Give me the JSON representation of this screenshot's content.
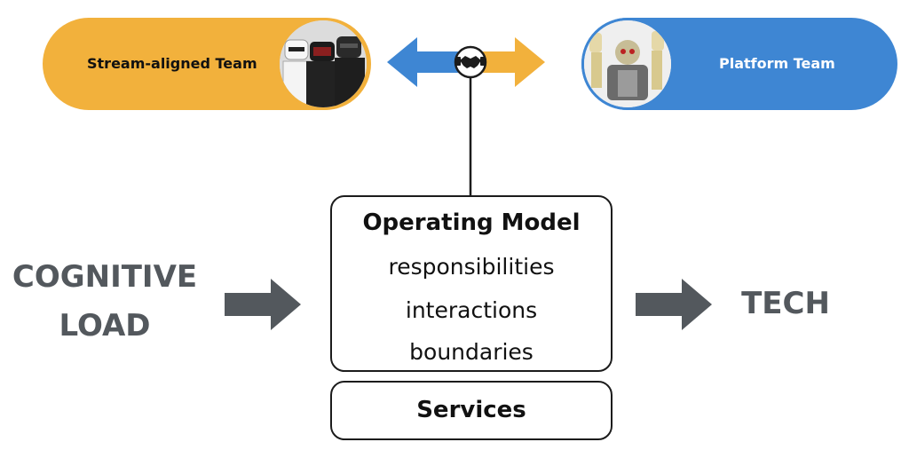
{
  "teams": {
    "stream_aligned": {
      "label": "Stream-aligned Team",
      "color": "#f2b13c"
    },
    "platform": {
      "label": "Platform Team",
      "color": "#3e86d3"
    }
  },
  "interaction": {
    "icon": "handshake-icon",
    "arrow_left_color": "#3e86d3",
    "arrow_right_color": "#f2b13c"
  },
  "operating_model": {
    "title": "Operating Model",
    "items": [
      "responsibilities",
      "interactions",
      "boundaries"
    ]
  },
  "services": {
    "label": "Services"
  },
  "inputs": {
    "cognitive_load": [
      "COGNITIVE",
      "LOAD"
    ]
  },
  "outputs": {
    "tech": "TECH"
  },
  "colors": {
    "arrow_gray": "#53585d",
    "text_gray": "#53585d",
    "border": "#1c1c1c"
  }
}
